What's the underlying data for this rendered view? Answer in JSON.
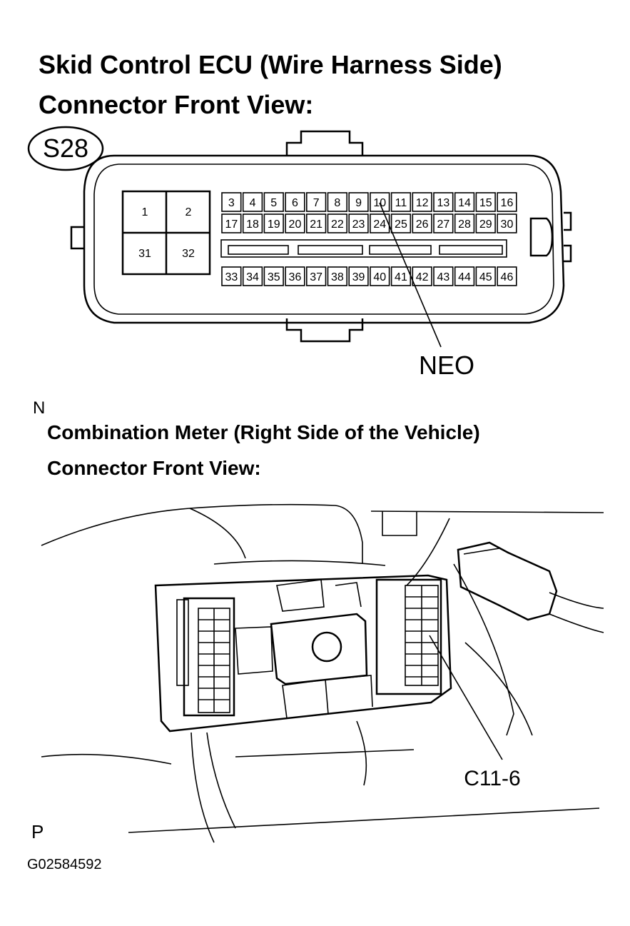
{
  "figure": {
    "title_line1": "Skid Control ECU (Wire Harness Side)",
    "title_line2": "Connector Front View:",
    "connector_code": "S28",
    "large_pins": [
      "1",
      "2",
      "31",
      "32"
    ],
    "pin_row_top": [
      "3",
      "4",
      "5",
      "6",
      "7",
      "8",
      "9",
      "10",
      "11",
      "12",
      "13",
      "14",
      "15",
      "16"
    ],
    "pin_row_middle": [
      "17",
      "18",
      "19",
      "20",
      "21",
      "22",
      "23",
      "24",
      "25",
      "26",
      "27",
      "28",
      "29",
      "30"
    ],
    "pin_row_bottom": [
      "33",
      "34",
      "35",
      "36",
      "37",
      "38",
      "39",
      "40",
      "41",
      "42",
      "43",
      "44",
      "45",
      "46"
    ],
    "callout_ecu": "NEO",
    "marker_n": "N",
    "subtitle_line1": "Combination Meter (Right Side of the Vehicle)",
    "subtitle_line2": "Connector Front View:",
    "callout_meter": "C11-6",
    "marker_p": "P",
    "figure_id": "G02584592"
  }
}
